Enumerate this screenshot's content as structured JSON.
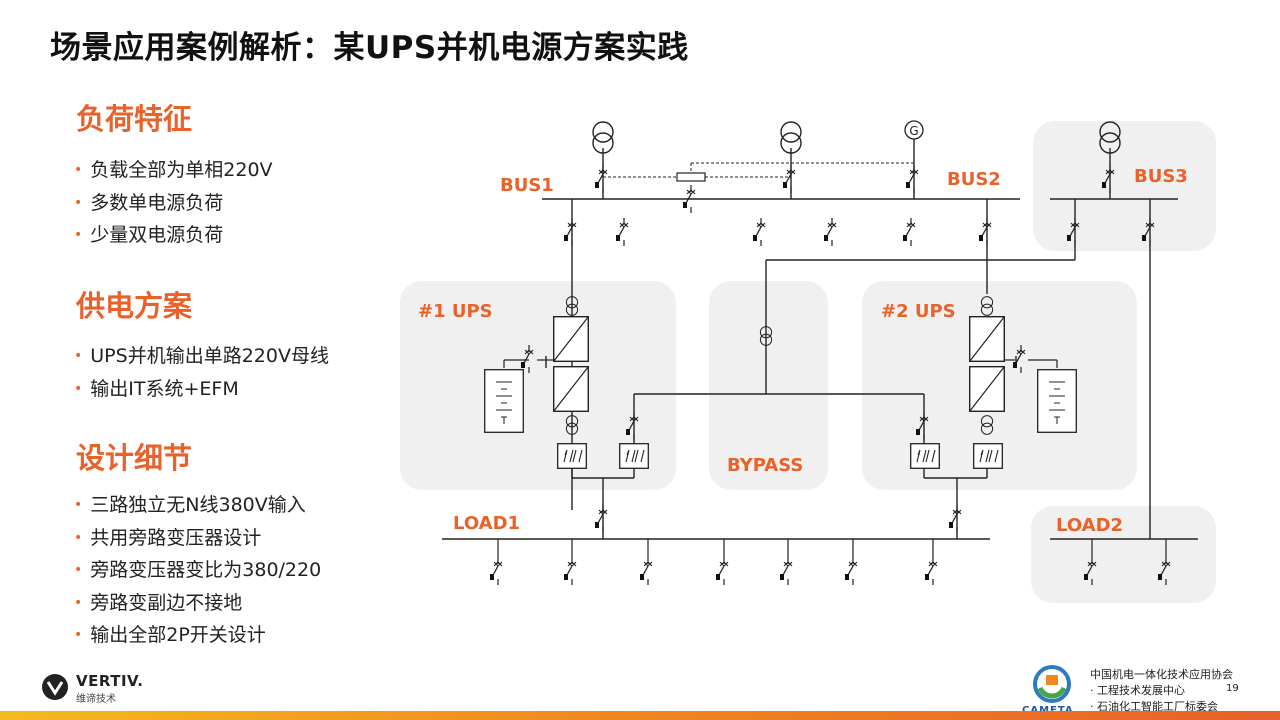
{
  "title": "场景应用案例解析：某UPS并机电源方案实践",
  "sections": [
    {
      "heading": "负荷特征",
      "items": [
        "负载全部为单相220V",
        "多数单电源负荷",
        "少量双电源负荷"
      ]
    },
    {
      "heading": "供电方案",
      "items": [
        "UPS并机输出单路220V母线",
        "输出IT系统+EFM"
      ]
    },
    {
      "heading": "设计细节",
      "items": [
        "三路独立无N线380V输入",
        "共用旁路变压器设计",
        "旁路变压器变比为380/220",
        "旁路变副边不接地",
        "输出全部2P开关设计"
      ]
    }
  ],
  "diagram": {
    "bus1": "BUS1",
    "bus2": "BUS2",
    "bus3": "BUS3",
    "ups1": "#1 UPS",
    "ups2": "#2 UPS",
    "bypass": "BYPASS",
    "load1": "LOAD1",
    "load2": "LOAD2",
    "generator_symbol": "G"
  },
  "footer": {
    "brand": "VERTIV.",
    "brand_sub": "维谛技术",
    "org_line1": "中国机电一体化技术应用协会",
    "org_line2": "· 工程技术发展中心",
    "org_line3": "· 石油化工智能工厂标委会",
    "org_logo_text": "CAMETA",
    "page_number": "19"
  },
  "colors": {
    "accent": "#e8622a",
    "panel": "#f0f0f0",
    "line": "#222222"
  }
}
